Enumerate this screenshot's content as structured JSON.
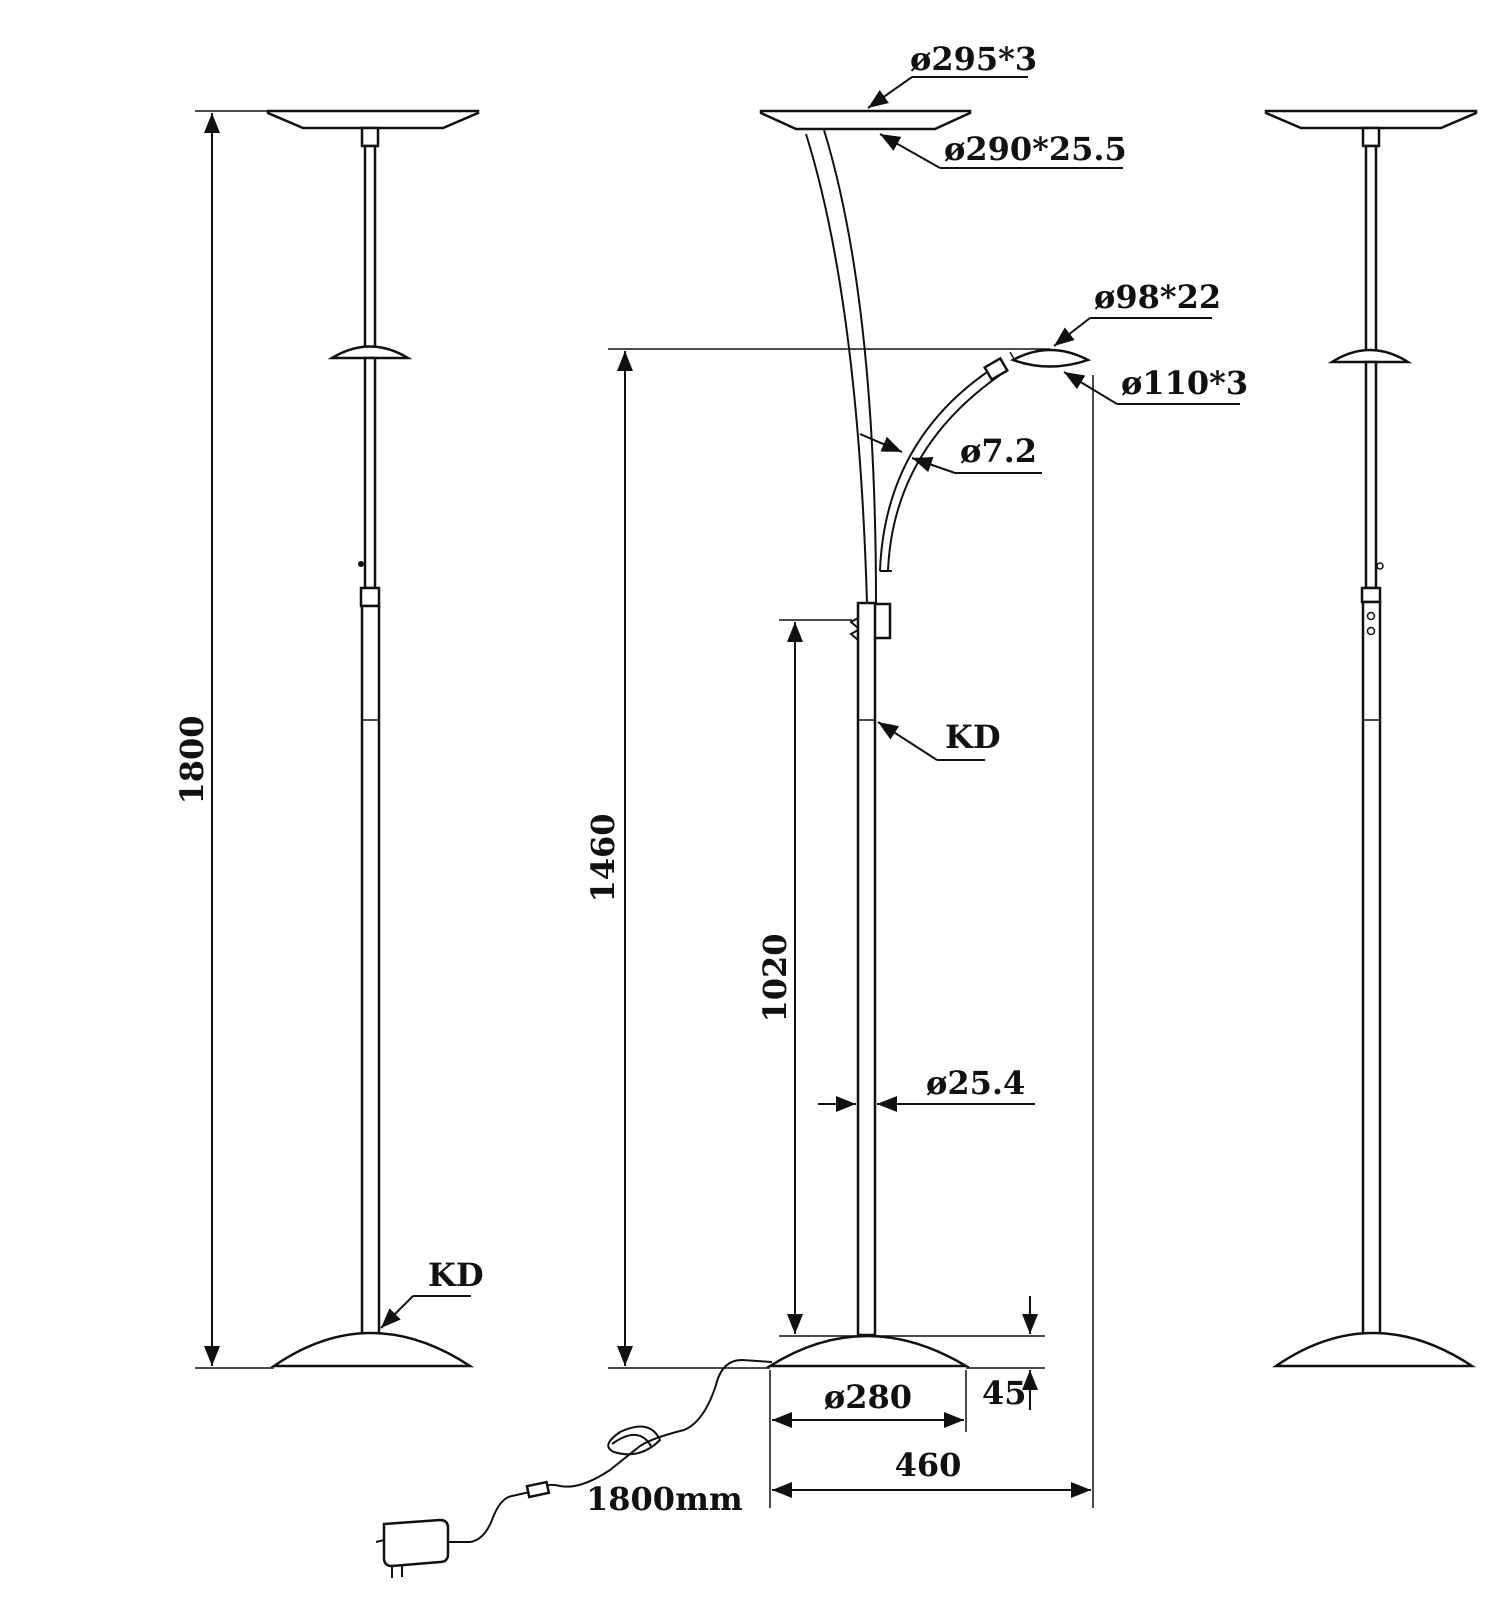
{
  "colors": {
    "line": "#111111",
    "background": "#ffffff"
  },
  "labels": {
    "total_height": "1800",
    "reading_arm_height": "1460",
    "kd_joint_height": "1020",
    "upper_shade": "ø295*3",
    "upper_shade_body": "ø290*25.5",
    "reading_head": "ø98*22",
    "reading_shade": "ø110*3",
    "arm_tube": "ø7.2",
    "kd_left": "KD",
    "kd_middle": "KD",
    "pole": "ø25.4",
    "base_diameter": "ø280",
    "base_height": "45",
    "overall_width": "460",
    "cable_length": "1800mm"
  }
}
